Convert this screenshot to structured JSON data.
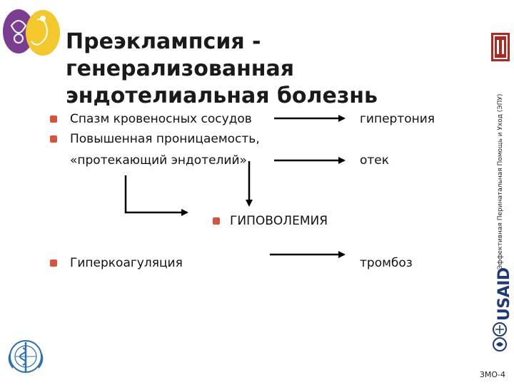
{
  "slide": {
    "title_line1": "Преэклампсия - генерализованная",
    "title_line2": "эндотелиальная болезнь",
    "bullets": {
      "spasm": "Спазм кровеносных сосудов",
      "permeability_1": "Повышенная проницаемость,",
      "permeability_2": "«протекающий эндотелий»",
      "hypovolemia": "ГИПОВОЛЕМИЯ",
      "hypercoagulation": "Гиперкоагуляция"
    },
    "outcomes": {
      "hypertension": "гипертония",
      "edema": "отек",
      "thrombosis": "тромбоз"
    },
    "side_caption": "Эффективная Перинатальная Помощь и Уход (ЭПУ)",
    "usaid_text": "USAID",
    "slide_number": "ЗМО-4"
  },
  "colors": {
    "bullet": "#d9533a",
    "logo_purple": "#7b3d91",
    "logo_yellow": "#f3c82c",
    "isi_red": "#b3261e",
    "who_blue": "#2d6fb3"
  }
}
